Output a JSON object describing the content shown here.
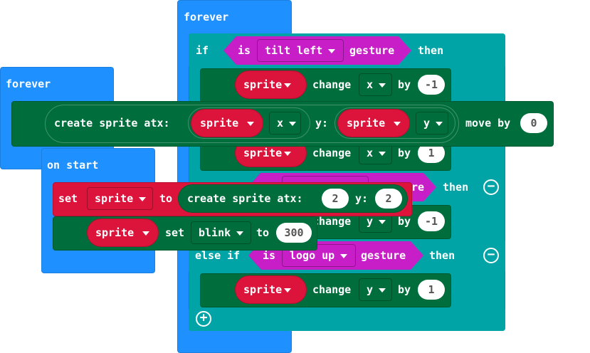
{
  "colors": {
    "loops": "#1e90ff",
    "logic": "#00a4a6",
    "sprites": "#006e3c",
    "sprite_var": "#dc143c",
    "input": "#c71ec7"
  },
  "forever_main": {
    "hat": "forever",
    "if1": {
      "if_label": "if",
      "cond": {
        "is": "is",
        "gesture_value": "tilt left",
        "gesture": "gesture"
      },
      "then": "then",
      "stmt": {
        "var": "sprite",
        "action": "change",
        "prop": "x",
        "by": "by",
        "value": "-1"
      }
    },
    "stmt_x_plus": {
      "var": "sprite",
      "action": "change",
      "prop": "x",
      "by": "by",
      "value": "1"
    },
    "partial_gesture": "re",
    "elseif_then": "then",
    "stmt_y_minus": {
      "action": "change",
      "prop": "y",
      "by": "by",
      "value": "-1"
    },
    "elseif2": {
      "label": "else if",
      "cond": {
        "is": "is",
        "gesture_value": "logo up",
        "gesture": "gesture"
      },
      "then": "then",
      "stmt": {
        "var": "sprite",
        "action": "change",
        "prop": "y",
        "by": "by",
        "value": "1"
      }
    }
  },
  "forever_left": {
    "hat": "forever",
    "create": {
      "label": "create sprite atx:",
      "x_var": "sprite",
      "x_prop": "x",
      "y_label": "y:",
      "y_var": "sprite",
      "y_prop": "y",
      "move_label": "move by",
      "move_value": "0"
    }
  },
  "on_start": {
    "hat": "on start",
    "set": {
      "set": "set",
      "var": "sprite",
      "to": "to",
      "create_label": "create sprite atx:",
      "x": "2",
      "y_label": "y:",
      "y": "2"
    },
    "blink": {
      "var": "sprite",
      "set": "set",
      "prop": "blink",
      "to": "to",
      "value": "300"
    }
  }
}
